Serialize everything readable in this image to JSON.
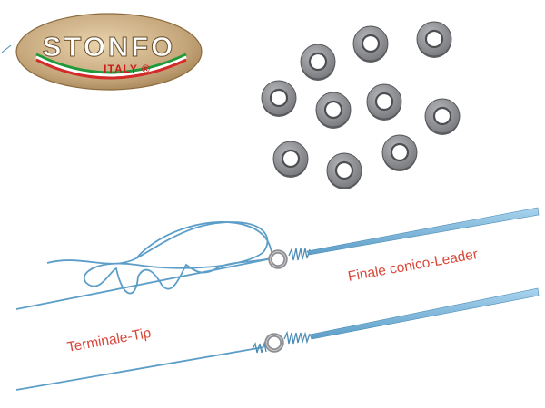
{
  "logo": {
    "brand": "STONFO",
    "origin": "ITALY ®",
    "colors": {
      "oval": "#c6a77c",
      "text": "#ffffff",
      "flag_green": "#1e9a3a",
      "flag_red": "#d32a2a"
    }
  },
  "rings": {
    "count": 10,
    "color": "#8f9094"
  },
  "labels": {
    "leader": "Finale conico-Leader",
    "tip": "Terminale-Tip"
  },
  "colors": {
    "line": "#7fb7d9",
    "line_dark": "#4a8bb4",
    "label": "#d9483b"
  }
}
